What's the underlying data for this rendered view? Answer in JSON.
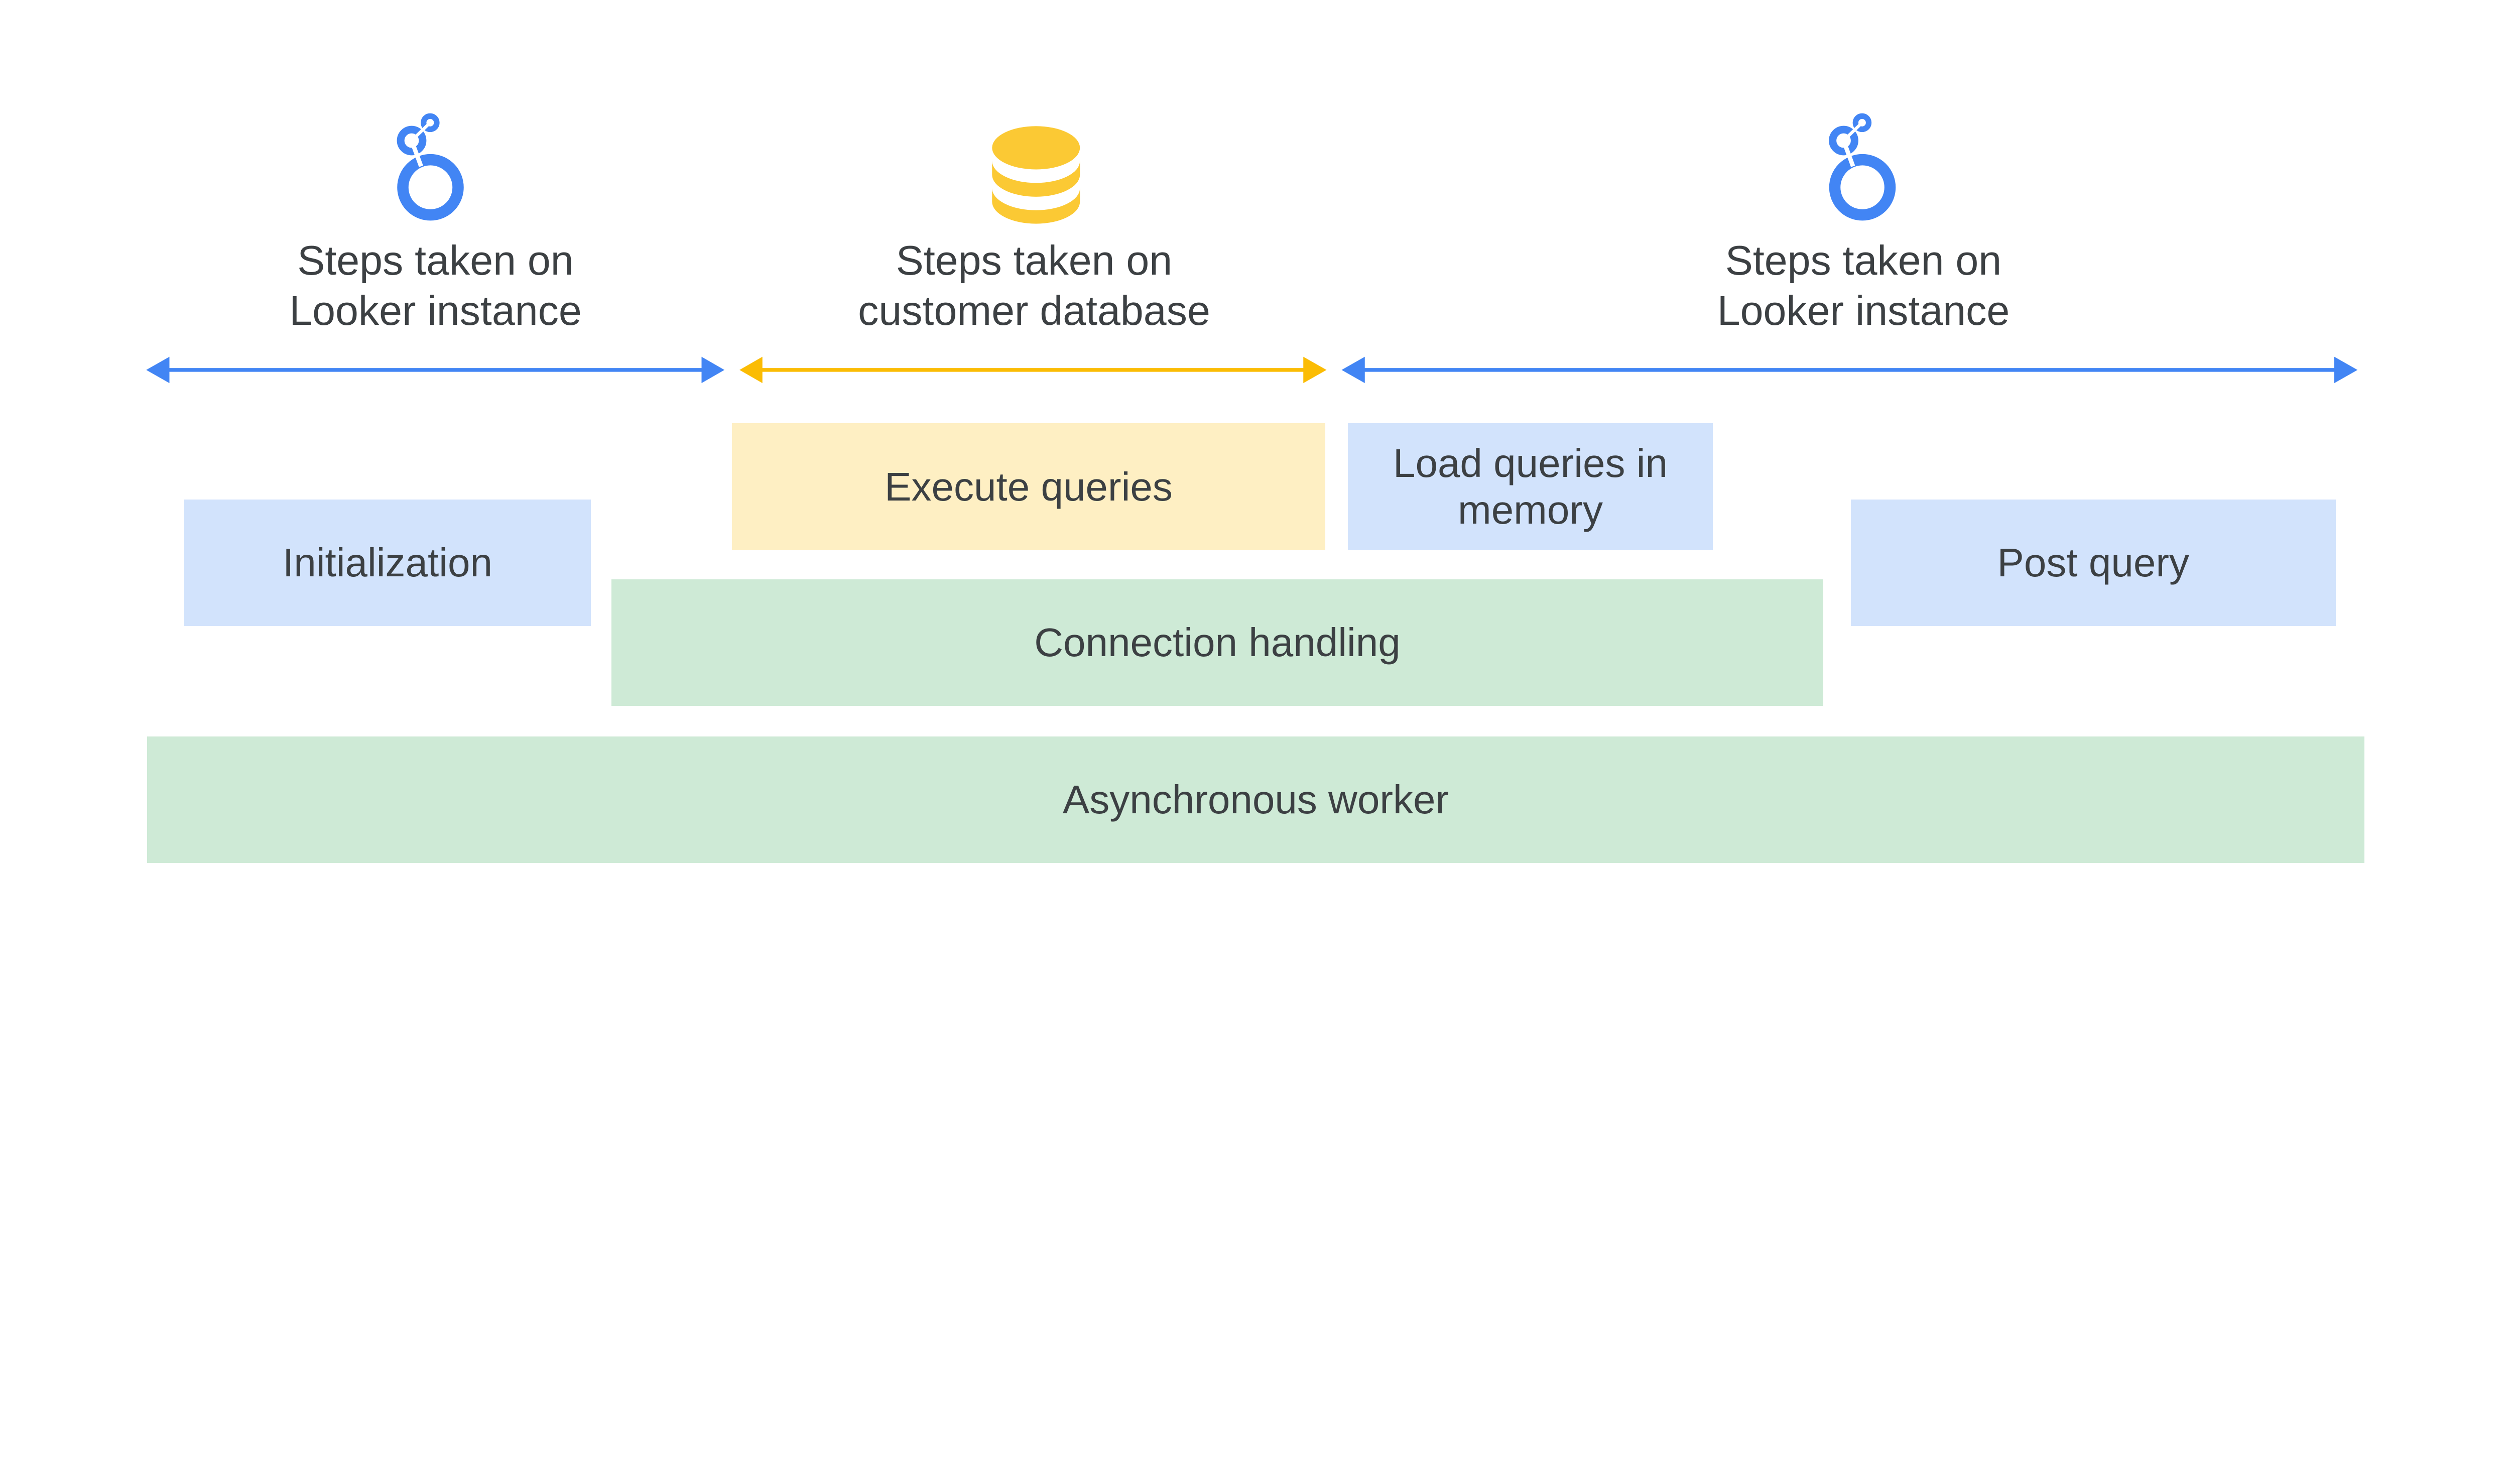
{
  "colors": {
    "looker_blue": "#4285f4",
    "database_yellow": "#fbc934",
    "arrow_yellow": "#fbbc04",
    "box_blue": "#d2e3fc",
    "box_yellow": "#feefc3",
    "box_green": "#ceead6",
    "text": "#3c4043"
  },
  "sections": [
    {
      "icon": "looker-logo-icon",
      "line1": "Steps taken on",
      "line2": "Looker instance",
      "arrow_color": "blue"
    },
    {
      "icon": "database-icon",
      "line1": "Steps taken on",
      "line2": "customer database",
      "arrow_color": "yellow"
    },
    {
      "icon": "looker-logo-icon",
      "line1": "Steps taken on",
      "line2": "Looker instance",
      "arrow_color": "blue"
    }
  ],
  "boxes": {
    "initialization": "Initialization",
    "execute_queries": "Execute queries",
    "load_queries_line1": "Load queries in",
    "load_queries_line2": "memory",
    "post_query": "Post query",
    "connection_handling": "Connection handling",
    "asynchronous_worker": "Asynchronous worker"
  }
}
